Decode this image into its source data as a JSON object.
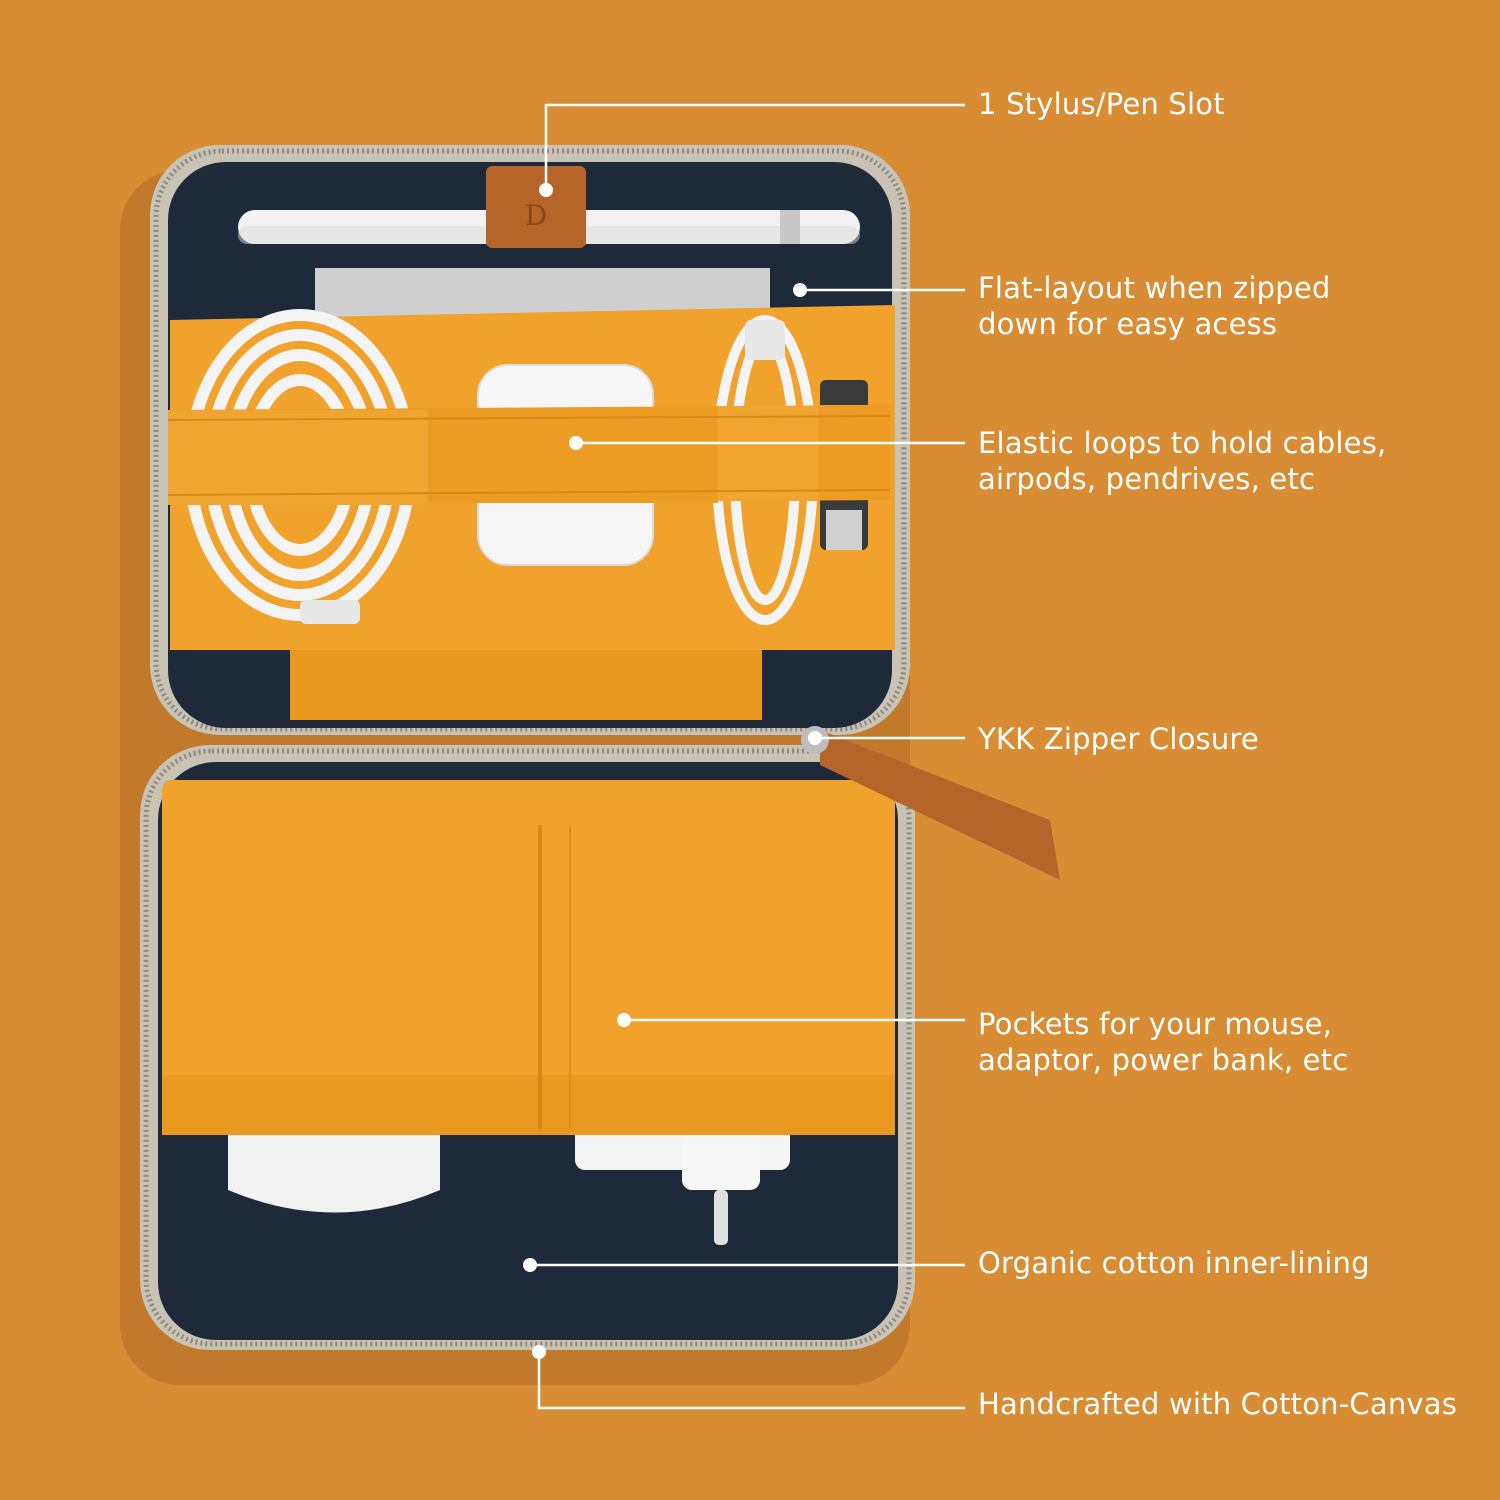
{
  "colors": {
    "background": "#d88d34",
    "case_canvas": "#f0a22d",
    "case_shadow_fold": "#d9891d",
    "lining_navy": "#1e2a3a",
    "zipper": "#b9b4aa",
    "leather_tab": "#b5652a",
    "callout_line": "#ffffff"
  },
  "icons": {
    "stylus": "white-stylus",
    "airpods": "airpods-case",
    "cable": "coiled-usb-c-cable",
    "pendrive": "usb-pendrive",
    "mouse": "magic-mouse",
    "adapter": "power-adapter",
    "zipper_pull": "leather-zipper-pull"
  },
  "callouts": {
    "stylus_slot": {
      "line1": "1 Stylus/Pen Slot"
    },
    "flat_layout": {
      "line1": "Flat-layout when zipped",
      "line2": "down for easy acess"
    },
    "elastic_loops": {
      "line1": "Elastic loops to hold cables,",
      "line2": "airpods, pendrives, etc"
    },
    "zipper": {
      "line1": "YKK Zipper Closure"
    },
    "pockets": {
      "line1": "Pockets for your mouse,",
      "line2": "adaptor, power bank, etc"
    },
    "lining": {
      "line1": "Organic cotton inner-lining"
    },
    "handcrafted": {
      "line1": "Handcrafted with Cotton-Canvas"
    }
  }
}
